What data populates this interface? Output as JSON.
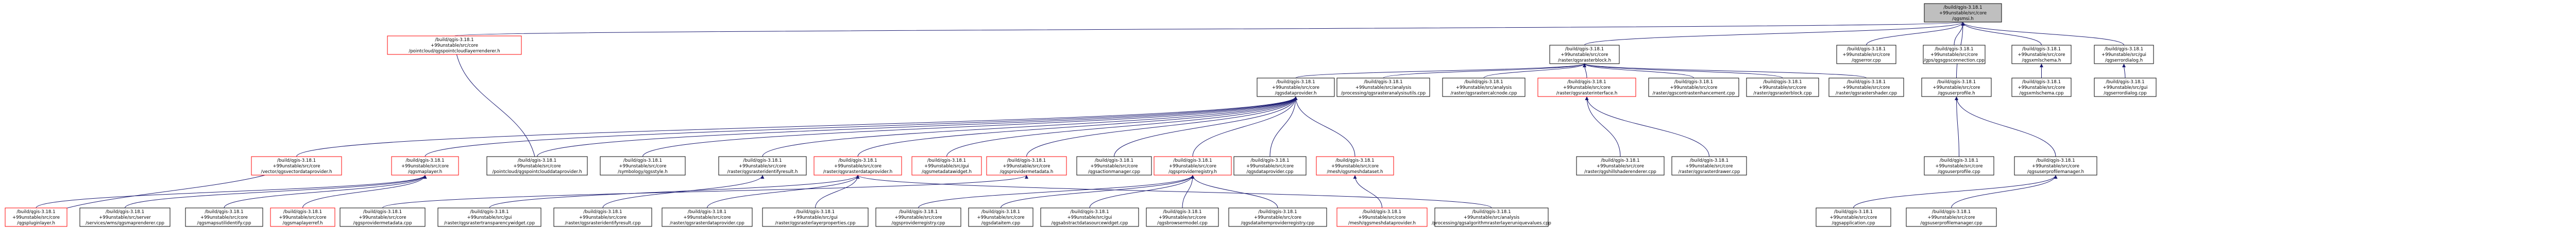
{
  "graph": {
    "edge_color": "#191970",
    "node_border_default": "#000000",
    "node_border_highlight": "#ff0000",
    "root_fill": "#bfbfbf",
    "nodes": [
      {
        "id": "root",
        "lines": [
          "/build/qgis-3.18.1",
          "+99unstable/src/core",
          "/qgsmsi.h"
        ],
        "root": true
      },
      {
        "id": "pointcloud_renderer",
        "lines": [
          "/build/qgis-3.18.1",
          "+99unstable/src/core",
          "/pointcloud/qgspointcloudlayerrenderer.h"
        ],
        "red": true
      },
      {
        "id": "rasterblock",
        "lines": [
          "/build/qgis-3.18.1",
          "+99unstable/src/core",
          "/raster/qgsrasterblock.h"
        ]
      },
      {
        "id": "qgserror_cpp",
        "lines": [
          "/build/qgis-3.18.1",
          "+99unstable/src/core",
          "/qgserror.cpp"
        ]
      },
      {
        "id": "gpsconnection",
        "lines": [
          "/build/qgis-3.18.1",
          "+99unstable/src/core",
          "/gps/qgsgpsconnection.cpp"
        ]
      },
      {
        "id": "qgscheme",
        "lines": [
          "/build/qgis-3.18.1",
          "+99unstable/src/core",
          "/qgsxmlschema.h"
        ]
      },
      {
        "id": "errordialog",
        "lines": [
          "/build/qgis-3.18.1",
          "+99unstable/src/gui",
          "/qgserrordialog.h"
        ]
      },
      {
        "id": "dataprovider",
        "lines": [
          "/build/qgis-3.18.1",
          "+99unstable/src/core",
          "/qgsdataprovider.h"
        ]
      },
      {
        "id": "analysis_util",
        "lines": [
          "/build/qgis-3.18.1",
          "+99unstable/src/analysis",
          "/processing/qgsrasteranalysisutils.cpp"
        ]
      },
      {
        "id": "rastercalcnode",
        "lines": [
          "/build/qgis-3.18.1",
          "+99unstable/src/analysis",
          "/raster/qgsrastercalcnode.cpp"
        ]
      },
      {
        "id": "rasterinterface",
        "lines": [
          "/build/qgis-3.18.1",
          "+99unstable/src/core",
          "/raster/qgsrasterinterface.h"
        ],
        "red": true
      },
      {
        "id": "contrast",
        "lines": [
          "/build/qgis-3.18.1",
          "+99unstable/src/core",
          "/raster/qgscontrastenhancement.cpp"
        ]
      },
      {
        "id": "rasterblock_cpp",
        "lines": [
          "/build/qgis-3.18.1",
          "+99unstable/src/core",
          "/raster/qgsrasterblock.cpp"
        ]
      },
      {
        "id": "rastershader",
        "lines": [
          "/build/qgis-3.18.1",
          "+99unstable/src/core",
          "/raster/qgsrastershader.cpp"
        ]
      },
      {
        "id": "userprofile_h",
        "lines": [
          "/build/qgis-3.18.1",
          "+99unstable/src/core",
          "/qgsuserprofile.h"
        ]
      },
      {
        "id": "dbschema",
        "lines": [
          "/build/qgis-3.18.1",
          "+99unstable/src/core",
          "/qgsxmlschema.cpp"
        ]
      },
      {
        "id": "errordialog_cpp",
        "lines": [
          "/build/qgis-3.18.1",
          "+99unstable/src/gui",
          "/qgserrordialog.cpp"
        ]
      },
      {
        "id": "vectordataprovider",
        "lines": [
          "/build/qgis-3.18.1",
          "+99unstable/src/core",
          "/vector/qgsvectordataprovider.h"
        ],
        "red": true
      },
      {
        "id": "maplayer",
        "lines": [
          "/build/qgis-3.18.1",
          "+99unstable/src/core",
          "/qgsmaplayer.h"
        ],
        "red": true
      },
      {
        "id": "pointclouddataprov",
        "lines": [
          "/build/qgis-3.18.1",
          "+99unstable/src/core",
          "/pointcloud/qgspointclouddataprovider.h"
        ]
      },
      {
        "id": "symbology",
        "lines": [
          "/build/qgis-3.18.1",
          "+99unstable/src/core",
          "/symbology/qgsstyle.h"
        ]
      },
      {
        "id": "identifyresult",
        "lines": [
          "/build/qgis-3.18.1",
          "+99unstable/src/core",
          "/raster/qgsrasteridentifyresult.h"
        ]
      },
      {
        "id": "rasterdataprov",
        "lines": [
          "/build/qgis-3.18.1",
          "+99unstable/src/core",
          "/raster/qgsrasterdataprovider.h"
        ],
        "red": true
      },
      {
        "id": "metadatawidget",
        "lines": [
          "/build/qgis-3.18.1",
          "+99unstable/src/gui",
          "/qgsmetadatawidget.h"
        ],
        "red": true
      },
      {
        "id": "providermetadata",
        "lines": [
          "/build/qgis-3.18.1",
          "+99unstable/src/core",
          "/qgsprovidermetadata.h"
        ],
        "red": true
      },
      {
        "id": "actionmanager",
        "lines": [
          "/build/qgis-3.18.1",
          "+99unstable/src/core",
          "/qgsactionmanager.cpp"
        ]
      },
      {
        "id": "providerregistry",
        "lines": [
          "/build/qgis-3.18.1",
          "+99unstable/src/core",
          "/qgsproviderregistry.h"
        ],
        "red": true
      },
      {
        "id": "dataprovider_cpp",
        "lines": [
          "/build/qgis-3.18.1",
          "+99unstable/src/core",
          "/qgsdataprovider.cpp"
        ]
      },
      {
        "id": "meshdataset",
        "lines": [
          "/build/qgis-3.18.1",
          "+99unstable/src/core",
          "/mesh/qgsmeshdataset.h"
        ],
        "red": true
      },
      {
        "id": "hillshade",
        "lines": [
          "/build/qgis-3.18.1",
          "+99unstable/src/core",
          "/raster/qgshillshaderenderer.cpp"
        ]
      },
      {
        "id": "rasterdrawer",
        "lines": [
          "/build/qgis-3.18.1",
          "+99unstable/src/core",
          "/raster/qgsrasterdrawer.cpp"
        ]
      },
      {
        "id": "userprofile_cpp",
        "lines": [
          "/build/qgis-3.18.1",
          "+99unstable/src/core",
          "/qgsuserprofile.cpp"
        ]
      },
      {
        "id": "profilemanager_h",
        "lines": [
          "/build/qgis-3.18.1",
          "+99unstable/src/core",
          "/qgsuserprofilemanager.h"
        ]
      },
      {
        "id": "pluginlayer",
        "lines": [
          "/build/qgis-3.18.1",
          "+99unstable/src/core",
          "/qgspluginlayer.h"
        ],
        "red": true
      },
      {
        "id": "wms_server",
        "lines": [
          "/build/qgis-3.18.1",
          "+99unstable/src/server",
          "/services/wms/qgsmaprenderer.cpp"
        ]
      },
      {
        "id": "mapadd",
        "lines": [
          "/build/qgis-3.18.1",
          "+99unstable/src/core",
          "/qgsmapsutilidentify.cpp"
        ]
      },
      {
        "id": "maplayerref",
        "lines": [
          "/build/qgis-3.18.1",
          "+99unstable/src/core",
          "/qgsmaplayerref.h"
        ],
        "red": true
      },
      {
        "id": "provmetadata_cpp",
        "lines": [
          "/build/qgis-3.18.1",
          "+99unstable/src/core",
          "/qgsprovidermetadata.cpp"
        ]
      },
      {
        "id": "transparency",
        "lines": [
          "/build/qgis-3.18.1",
          "+99unstable/src/gui",
          "/raster/qgsrastertransparencywidget.cpp"
        ]
      },
      {
        "id": "identify_cpp",
        "lines": [
          "/build/qgis-3.18.1",
          "+99unstable/src/core",
          "/raster/qgsrasteridentifyresult.cpp"
        ]
      },
      {
        "id": "rasterdataprov_cpp",
        "lines": [
          "/build/qgis-3.18.1",
          "+99unstable/src/core",
          "/raster/qgsrasterdataprovider.cpp"
        ]
      },
      {
        "id": "layerproperties",
        "lines": [
          "/build/qgis-3.18.1",
          "+99unstable/src/gui",
          "/raster/qgsrasterlayerproperties.cpp"
        ]
      },
      {
        "id": "provregistry_cpp",
        "lines": [
          "/build/qgis-3.18.1",
          "+99unstable/src/core",
          "/qgsproviderregistry.cpp"
        ]
      },
      {
        "id": "dataitem",
        "lines": [
          "/build/qgis-3.18.1",
          "+99unstable/src/core",
          "/qgsdataitem.cpp"
        ]
      },
      {
        "id": "sourceselect",
        "lines": [
          "/build/qgis-3.18.1",
          "+99unstable/src/gui",
          "/qgsabstractdatasourcewidget.cpp"
        ]
      },
      {
        "id": "browsermodel",
        "lines": [
          "/build/qgis-3.18.1",
          "+99unstable/src/core",
          "/qgsbrowsermodel.cpp"
        ]
      },
      {
        "id": "dataitemprov",
        "lines": [
          "/build/qgis-3.18.1",
          "+99unstable/src/core",
          "/qgsdataitemproviderregistry.cpp"
        ]
      },
      {
        "id": "meshdataprov",
        "lines": [
          "/build/qgis-3.18.1",
          "+99unstable/src/core",
          "/mesh/qgsmeshdataprovider.h"
        ],
        "red": true
      },
      {
        "id": "rasterlayerutils",
        "lines": [
          "/build/qgis-3.18.1",
          "+99unstable/src/analysis",
          "/processing/qgsalgorithmrasterlayeruniquevalues.cpp"
        ]
      },
      {
        "id": "application",
        "lines": [
          "/build/qgis-3.18.1",
          "+99unstable/src/core",
          "/qgsapplication.cpp"
        ]
      },
      {
        "id": "profilemanager_cpp",
        "lines": [
          "/build/qgis-3.18.1",
          "+99unstable/src/core",
          "/qgsuserprofilemanager.cpp"
        ]
      }
    ]
  }
}
